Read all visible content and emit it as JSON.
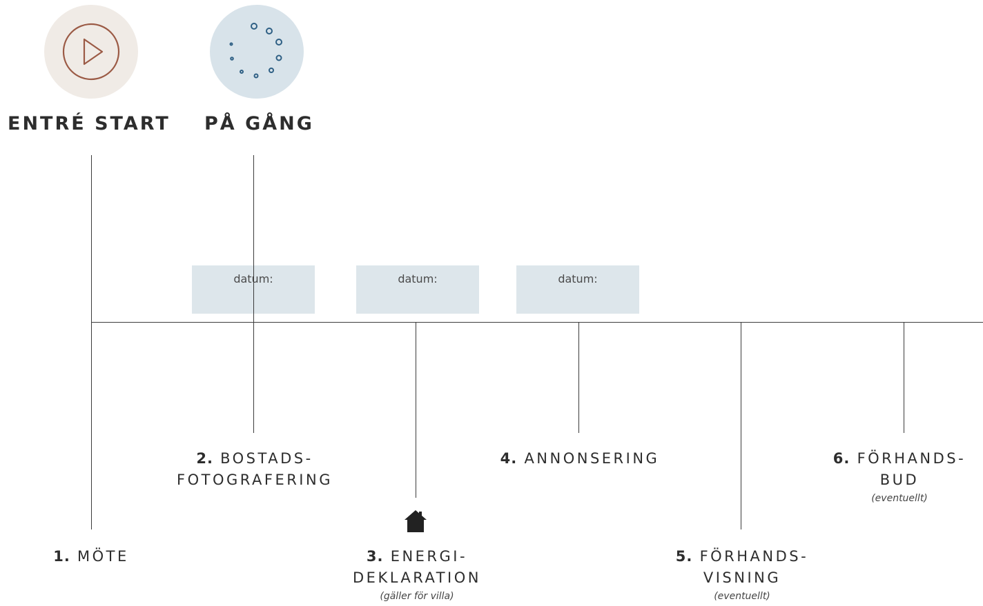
{
  "colors": {
    "play_circle_bg": "#f0ebe6",
    "play_icon": "#9b5a45",
    "progress_circle_bg": "#d8e3ea",
    "progress_icon": "#2e5f84",
    "date_box": "#dde6eb",
    "line": "#3a3a3a"
  },
  "icons": {
    "play": "play-icon",
    "progress": "loading-dots-icon",
    "house": "house-icon"
  },
  "headings": {
    "start": "ENTRÉ START",
    "ongoing": "PÅ GÅNG"
  },
  "date_boxes": [
    {
      "label": "datum:"
    },
    {
      "label": "datum:"
    },
    {
      "label": "datum:"
    }
  ],
  "steps": [
    {
      "number": "1.",
      "line1": "MÖTE",
      "line2": "",
      "note": ""
    },
    {
      "number": "2.",
      "line1": "BOSTADS-",
      "line2": "FOTOGRAFERING",
      "note": ""
    },
    {
      "number": "3.",
      "line1": "ENERGI-",
      "line2": "DEKLARATION",
      "note": "(gäller för villa)"
    },
    {
      "number": "4.",
      "line1": "ANNONSERING",
      "line2": "",
      "note": ""
    },
    {
      "number": "5.",
      "line1": "FÖRHANDS-",
      "line2": "VISNING",
      "note": "(eventuellt)"
    },
    {
      "number": "6.",
      "line1": "FÖRHANDS-",
      "line2": "BUD",
      "note": "(eventuellt)"
    }
  ]
}
